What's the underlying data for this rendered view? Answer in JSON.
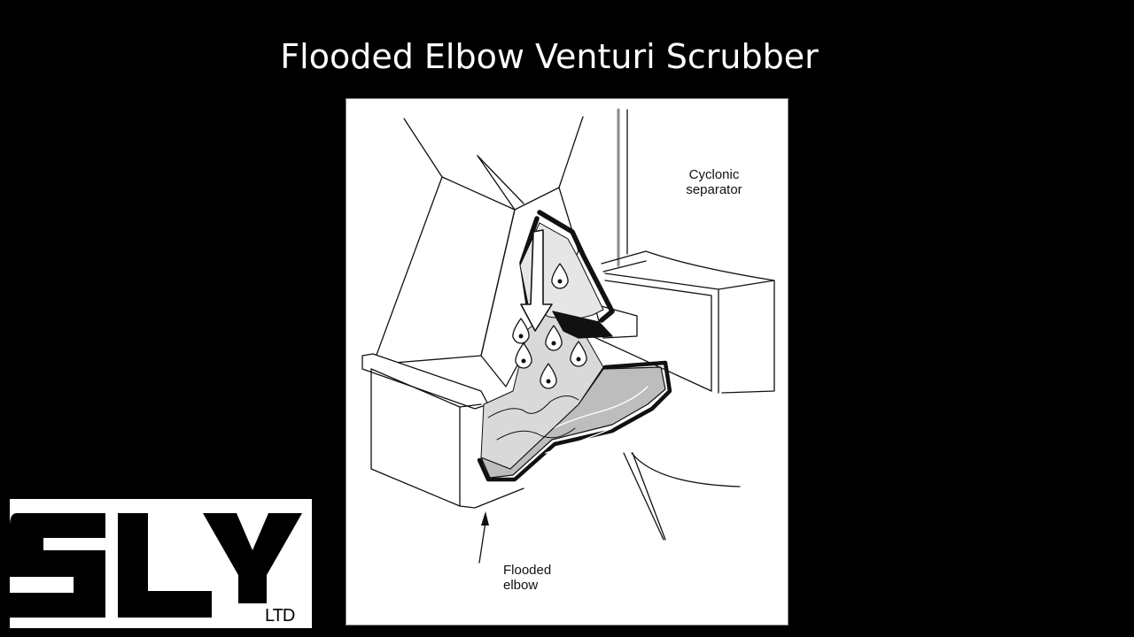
{
  "slide": {
    "title": "Flooded Elbow Venturi Scrubber",
    "background_color": "#000000"
  },
  "diagram": {
    "labels": {
      "cyclonic_separator": [
        "Cyclonic",
        "separator"
      ],
      "flooded_elbow": [
        "Flooded",
        "elbow"
      ]
    },
    "colors": {
      "line": "#111111",
      "liquid_fill": "#bdbdbd",
      "panel": "#ffffff"
    }
  },
  "logo": {
    "letters": "SLY",
    "suffix": "LTD",
    "colors": {
      "background": "#ffffff",
      "mark": "#000000"
    }
  }
}
